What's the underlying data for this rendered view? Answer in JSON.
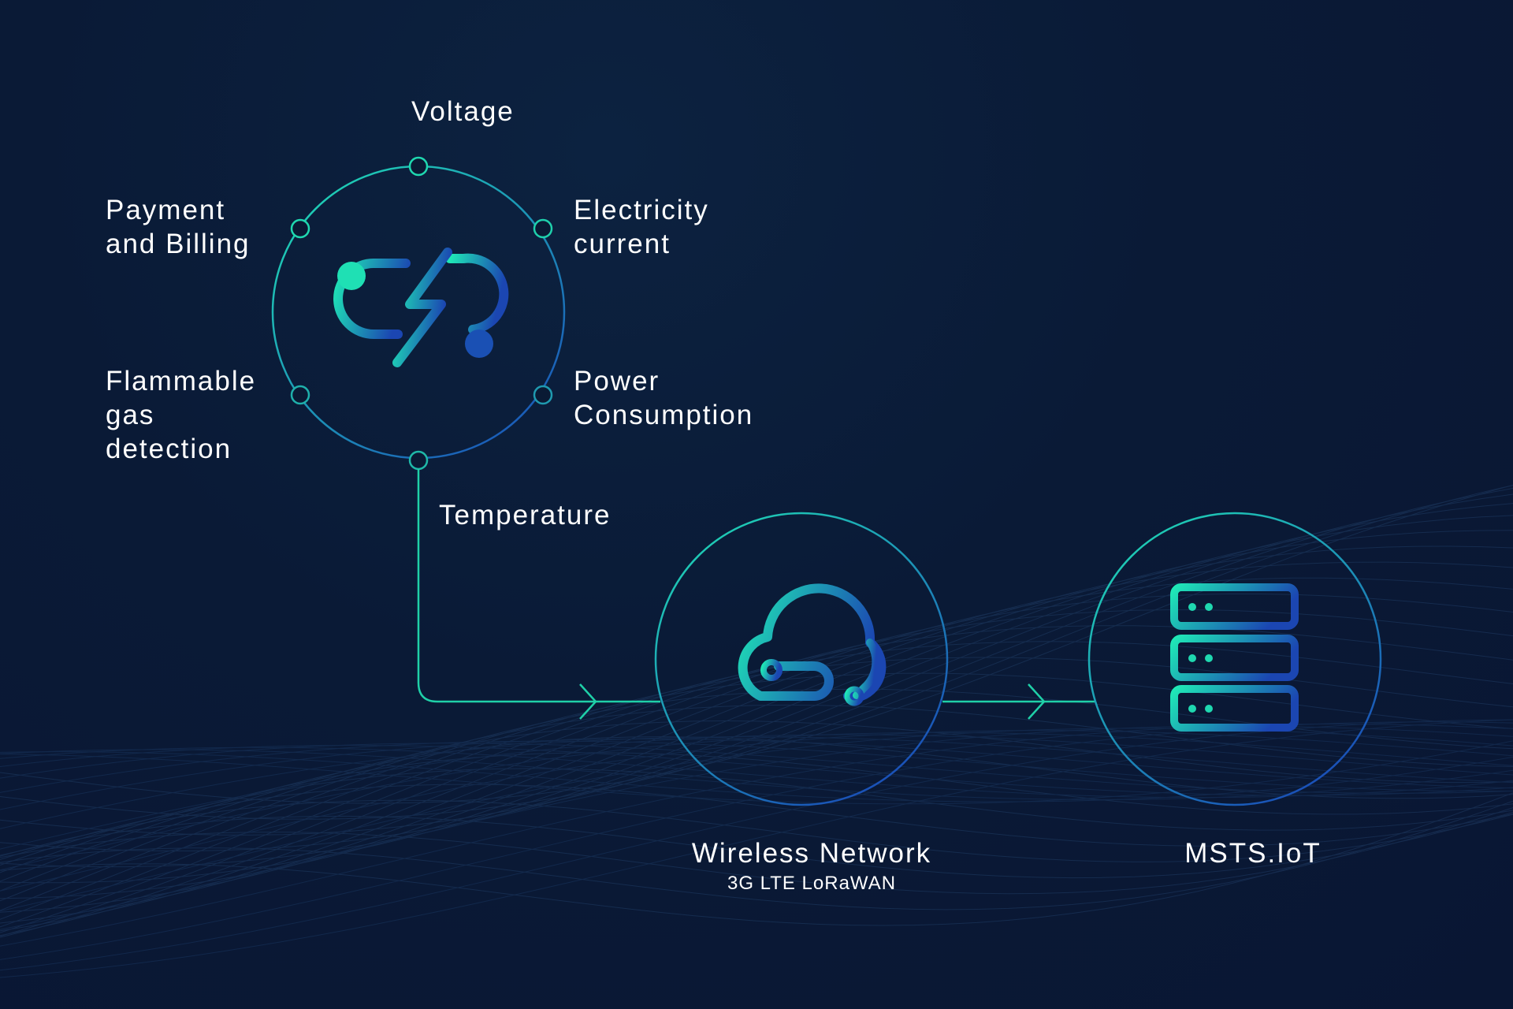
{
  "sensors": {
    "voltage": "Voltage",
    "electricity_current": "Electricity\ncurrent",
    "power_consumption": "Power\nConsumption",
    "temperature": "Temperature",
    "flammable_gas": "Flammable\ngas\ndetection",
    "payment_billing": "Payment\nand Billing"
  },
  "nodes": {
    "network_title": "Wireless Network",
    "network_subtitle": "3G LTE LoRaWAN",
    "platform_title": "MSTS.IoT"
  },
  "colors": {
    "background": "#0a1838",
    "accent_green": "#1fe0b4",
    "accent_blue": "#1a4fb8",
    "line": "#1fd0a8",
    "text": "#ffffff"
  },
  "icons": {
    "meter": "power-cycle-icon",
    "network": "cloud-icon",
    "platform": "server-icon"
  }
}
